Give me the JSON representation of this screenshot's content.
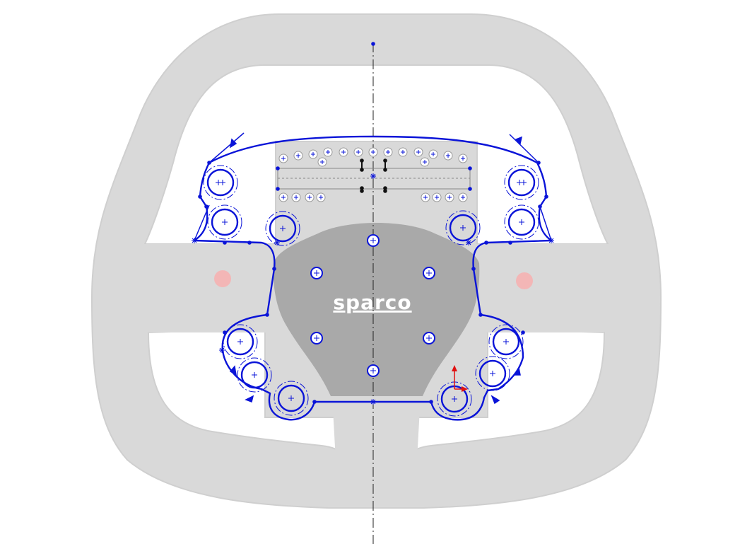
{
  "logo": {
    "text": "sparco"
  },
  "colors": {
    "background": "#ffffff",
    "wheel": "#d9d9d9",
    "wheel_edge": "#cfcfcf",
    "hub": "#a9a9a9",
    "sketch": "#0a14d8",
    "centerline": "#222222",
    "point": "#111111",
    "origin_axis": "#e01010",
    "button": "#f3b6b6",
    "logo": "#ffffff"
  },
  "view": {
    "width": 1064,
    "height": 769
  },
  "icons": [
    "center-mark",
    "sketch-point",
    "dimension-arrow",
    "origin-triad"
  ]
}
